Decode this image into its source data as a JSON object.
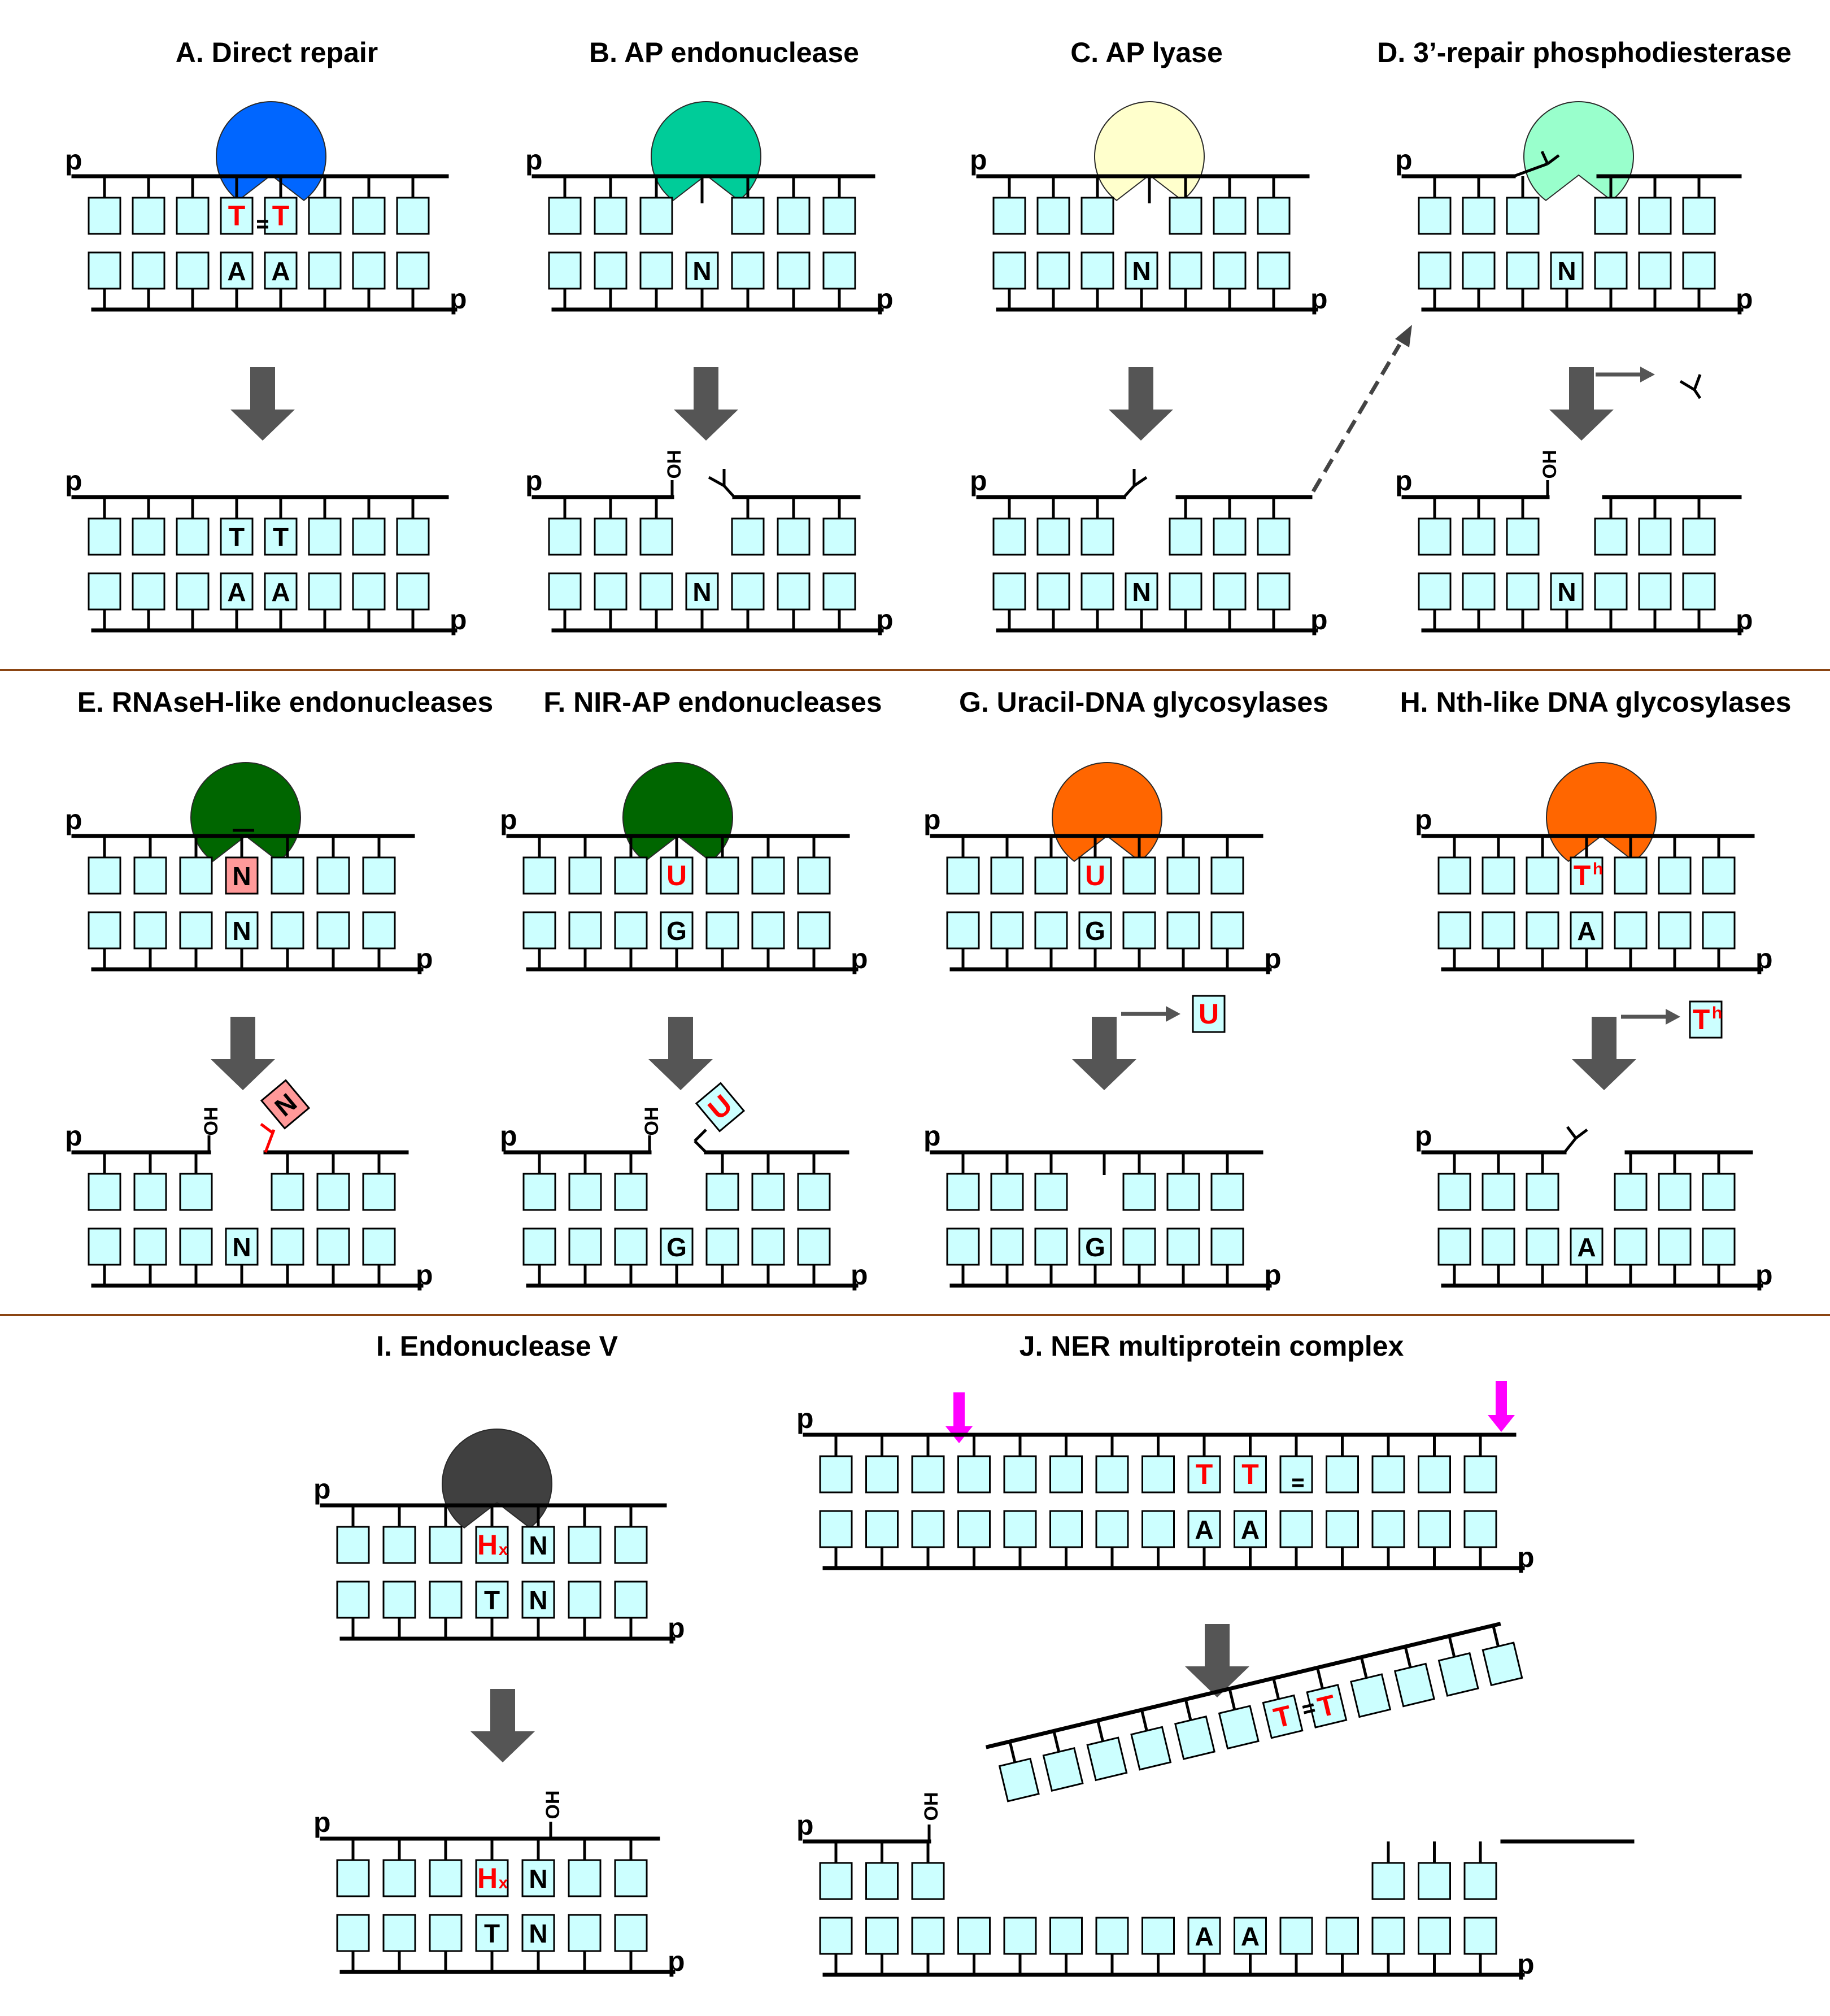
{
  "colors": {
    "background": "#ffffff",
    "strand": "#000000",
    "base_fill": "#ccffff",
    "lesion_fill": "#ff9999",
    "lesion_text": "#ff0000",
    "arrow": "#555555",
    "divider": "#8b4513",
    "cut_marker": "#ff00ff"
  },
  "panels": [
    {
      "id": "A",
      "title": "A. Direct repair",
      "enzyme_color": "#0066ff"
    },
    {
      "id": "B",
      "title": "B. AP endonuclease",
      "enzyme_color": "#00cc99"
    },
    {
      "id": "C",
      "title": "C. AP lyase",
      "enzyme_color": "#ffffcc"
    },
    {
      "id": "D",
      "title": "D. 3’-repair phosphodiesterase",
      "enzyme_color": "#99ffcc"
    },
    {
      "id": "E",
      "title": "E. RNAseH-like endonucleases",
      "enzyme_color": "#006600"
    },
    {
      "id": "F",
      "title": "F. NIR-AP endonucleases",
      "enzyme_color": "#006600"
    },
    {
      "id": "G",
      "title": "G. Uracil-DNA glycosylases",
      "enzyme_color": "#ff6600"
    },
    {
      "id": "H",
      "title": "H. Nth-like DNA glycosylases",
      "enzyme_color": "#ff6600"
    },
    {
      "id": "I",
      "title": "I. Endonuclease  V",
      "enzyme_color": "#404040"
    },
    {
      "id": "J",
      "title": "J. NER multiprotein complex",
      "enzyme_color": "#ff00ff"
    }
  ],
  "labels": {
    "end": "p",
    "hydroxyl": "OH",
    "T": "T",
    "A": "A",
    "N": "N",
    "U": "U",
    "G": "G",
    "H": "H",
    "x": "x",
    "h": "h"
  }
}
